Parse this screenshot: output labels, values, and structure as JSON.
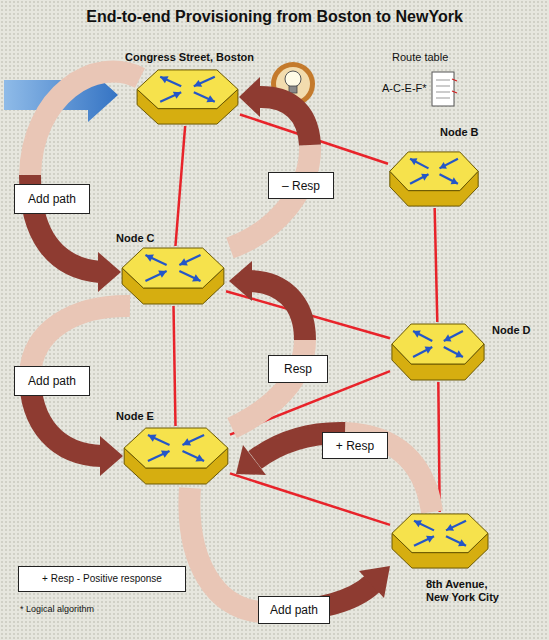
{
  "diagram": {
    "title": "End-to-end Provisioning from Boston to NewYork",
    "nodes": [
      {
        "text": [
          "Congress Street, Boston"
        ]
      },
      {
        "text": [
          "Node B"
        ]
      },
      {
        "text": [
          "– Resp"
        ]
      },
      {
        "text": [
          "Add path"
        ]
      },
      {
        "text": [
          "Node C"
        ]
      },
      {
        "text": [
          "Node D"
        ]
      },
      {
        "text": [
          "Resp"
        ]
      },
      {
        "text": [
          "Add path"
        ]
      },
      {
        "text": [
          "+ Resp"
        ]
      },
      {
        "text": [
          "Node E"
        ]
      },
      {
        "text": [
          "8th Avenue, New York City"
        ]
      },
      {
        "text": [
          "+ Resp - Positive response"
        ]
      },
      {
        "text": [
          "Add path"
        ]
      }
    ],
    "edges": [
      {
        "from": 0,
        "to": 1,
        "arrow": "none"
      },
      {
        "from": 0,
        "to": 4,
        "arrow": "none"
      },
      {
        "from": 1,
        "to": 5,
        "arrow": "none"
      },
      {
        "from": 4,
        "to": 5,
        "arrow": "none"
      },
      {
        "from": 4,
        "to": 9,
        "arrow": "none"
      },
      {
        "from": 9,
        "to": 5,
        "arrow": "none"
      },
      {
        "from": 9,
        "to": 10,
        "arrow": "none"
      },
      {
        "from": 5,
        "to": 10,
        "arrow": "none"
      }
    ],
    "labels": [
      "Route table",
      "A-C-E-F*",
      "* Logical algorithm"
    ]
  }
}
